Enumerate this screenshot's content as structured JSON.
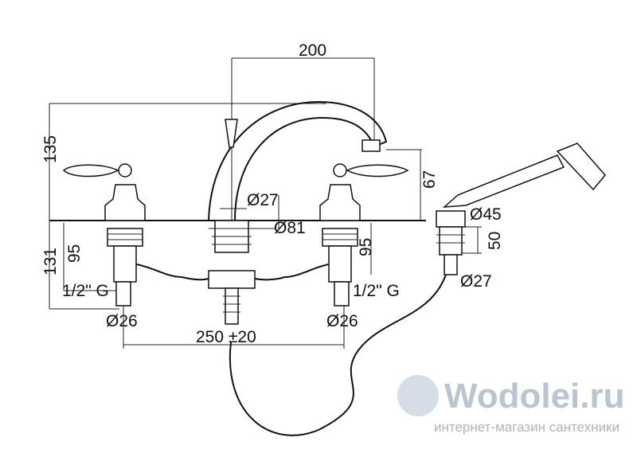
{
  "watermark": {
    "brand": "Wodolei.ru",
    "tagline": "интернет-магазин сантехники"
  },
  "dimensions": {
    "spout_reach": "200",
    "total_height": "135",
    "spout_height": "67",
    "spout_diameter": "Ø27",
    "spout_base_diameter": "Ø81",
    "shower_holder_diameter": "Ø45",
    "shower_holder_height": "50",
    "shower_pipe_diameter": "Ø27",
    "below_deck": "131",
    "valve_depth_left": "95",
    "valve_depth_right": "95",
    "thread_left": "1/2\" G",
    "thread_right": "1/2\" G",
    "pipe_left": "Ø26",
    "pipe_right": "Ø26",
    "center_distance": "250 ±20"
  }
}
